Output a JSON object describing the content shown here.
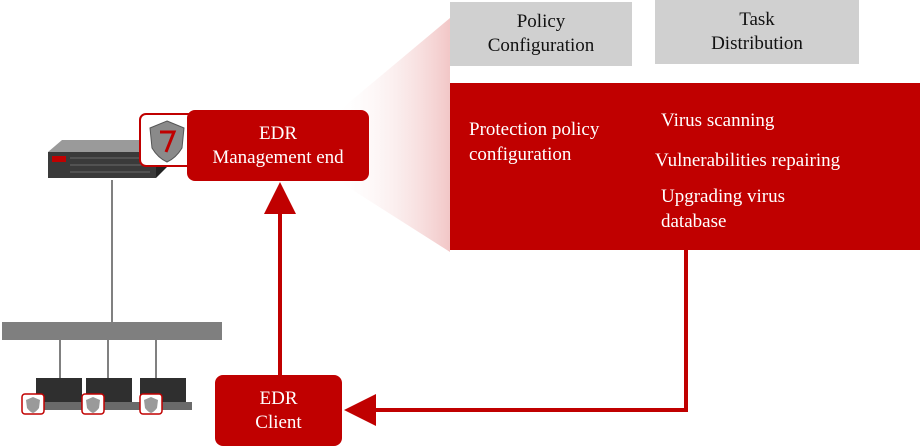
{
  "tabs": {
    "policy_line1": "Policy",
    "policy_line2": "Configuration",
    "task_line1": "Task",
    "task_line2": "Distribution"
  },
  "management": {
    "line1": "EDR",
    "line2": "Management end"
  },
  "client": {
    "line1": "EDR",
    "line2": "Client"
  },
  "panel": {
    "left_line1": "Protection policy",
    "left_line2": "configuration",
    "items": [
      "Virus scanning",
      "Vulnerabilities repairing",
      "Upgrading virus",
      "database"
    ]
  },
  "colors": {
    "accent": "#c00000",
    "tab_gray": "#d0d0d0",
    "network_gray": "#808080"
  },
  "icons": {
    "server": "server-icon",
    "shield": "shield-icon",
    "laptop": "laptop-icon"
  }
}
